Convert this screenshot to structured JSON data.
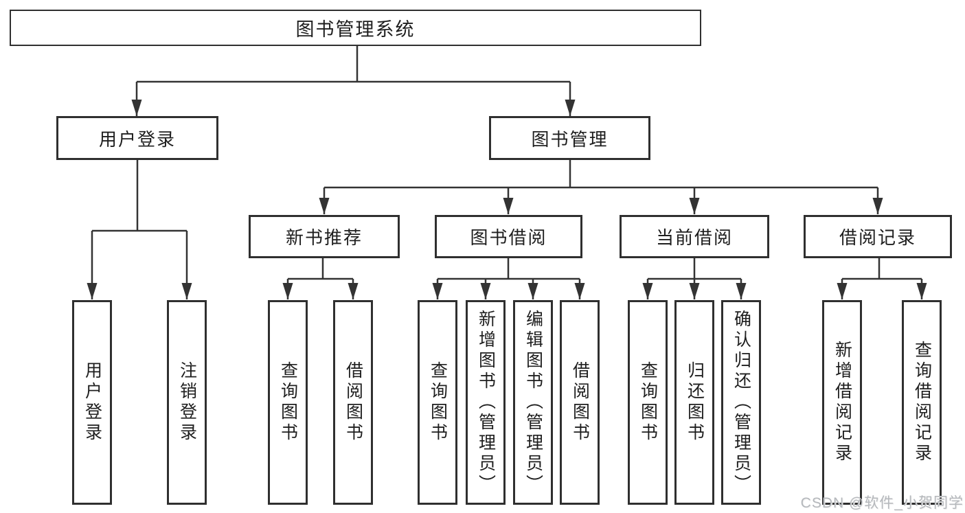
{
  "diagram": {
    "tree": {
      "label": "图书管理系统",
      "children": [
        {
          "label": "用户登录",
          "children": [
            {
              "label": "用户登录"
            },
            {
              "label": "注销登录"
            }
          ]
        },
        {
          "label": "图书管理",
          "children": [
            {
              "label": "新书推荐",
              "children": [
                {
                  "label": "查询图书"
                },
                {
                  "label": "借阅图书"
                }
              ]
            },
            {
              "label": "图书借阅",
              "children": [
                {
                  "label": "查询图书"
                },
                {
                  "label": "新增图书（管理员）"
                },
                {
                  "label": "编辑图书（管理员）"
                },
                {
                  "label": "借阅图书"
                }
              ]
            },
            {
              "label": "当前借阅",
              "children": [
                {
                  "label": "查询图书"
                },
                {
                  "label": "归还图书"
                },
                {
                  "label": "确认归还（管理员）"
                }
              ]
            },
            {
              "label": "借阅记录",
              "children": [
                {
                  "label": "新增借阅记录"
                },
                {
                  "label": "查询借阅记录"
                }
              ]
            }
          ]
        }
      ]
    },
    "colors": {
      "line": "#333333",
      "box_border": "#2f2f2f",
      "text": "#1e1e1e",
      "watermark": "#b5b8bc",
      "background": "#ffffff"
    },
    "watermark": {
      "text": "CSDN @软件_小贺同学"
    }
  }
}
